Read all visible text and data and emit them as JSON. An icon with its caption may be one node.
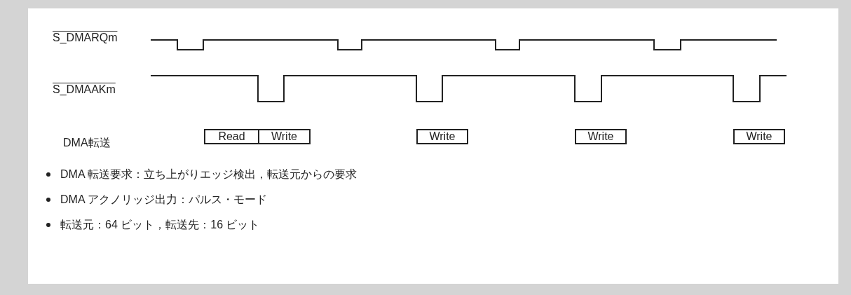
{
  "diagram": {
    "nodes": [
      {
        "text": [
          "Read"
        ]
      },
      {
        "text": [
          "Write"
        ]
      },
      {
        "text": [
          "Write"
        ]
      },
      {
        "text": [
          "Write"
        ]
      },
      {
        "text": [
          "Write"
        ]
      }
    ],
    "labels": [
      "S_DMARQm",
      "S_DMAAKm",
      "DMA転送",
      "DMA 転送要求：立ち上がりエッジ検出，転送元からの要求",
      "DMA アクノリッジ出力：パルス・モード",
      "転送元：64 ビット，転送先：16 ビット"
    ]
  }
}
